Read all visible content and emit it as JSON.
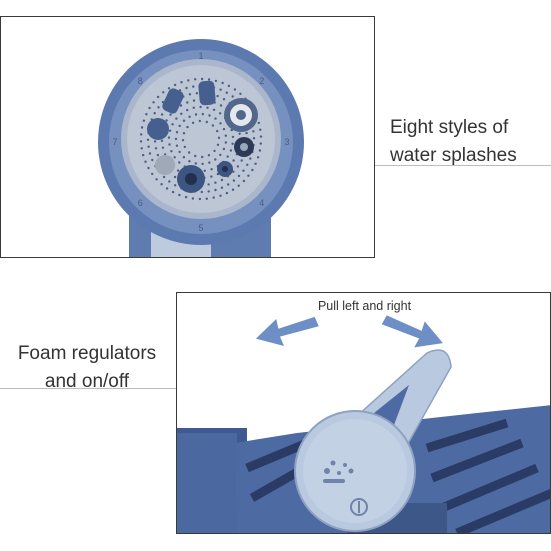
{
  "top_caption": {
    "line1": "Eight styles of",
    "line2": "water splashes"
  },
  "bottom_caption": {
    "line1": "Foam regulators",
    "line2": "and on/off"
  },
  "pull_label": "Pull left and right",
  "nozzle_labels": [
    "1",
    "2",
    "3",
    "4",
    "5",
    "6",
    "7",
    "8"
  ],
  "colors": {
    "nozzle_blue": "#6b87b8",
    "nozzle_dark": "#4a6597",
    "face_gray": "#b9c3d2",
    "arrow_blue": "#6d8fc6",
    "dial_light": "#b9c9e0"
  },
  "icons": [
    "spray-nozzle-image",
    "arrow-left-icon",
    "arrow-right-icon",
    "foam-lever-image"
  ]
}
